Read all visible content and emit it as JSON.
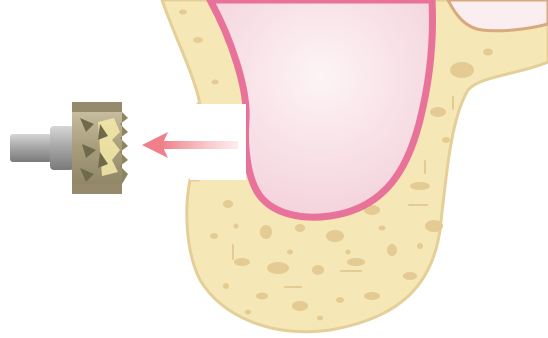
{
  "diagram": {
    "colors": {
      "background": "#ffffff",
      "bone_fill": "#f6e8b6",
      "bone_outline": "#e4cf98",
      "bone_pores": "#e3cb93",
      "soft_tissue_outline": "#e8729a",
      "membrane_fill": "#f7dde4",
      "membrane_highlight": "#fdf4f6",
      "tooth_outline": "#d9a87c",
      "arrow": "#ef8a92",
      "window_fill": "#ffffff",
      "shaft": "#a6a6a6",
      "drill_body": "#b3a98c",
      "drill_teeth": "#8b8660",
      "drill_bone_core": "#f3e6a6"
    },
    "elements": {
      "bone": "alveolar-bone",
      "sinus": "sinus-membrane",
      "tooth": "adjacent-tooth-root",
      "window": "lateral-bone-window",
      "arrow": "removal-direction-arrow",
      "tool": "trephine-drill"
    }
  }
}
